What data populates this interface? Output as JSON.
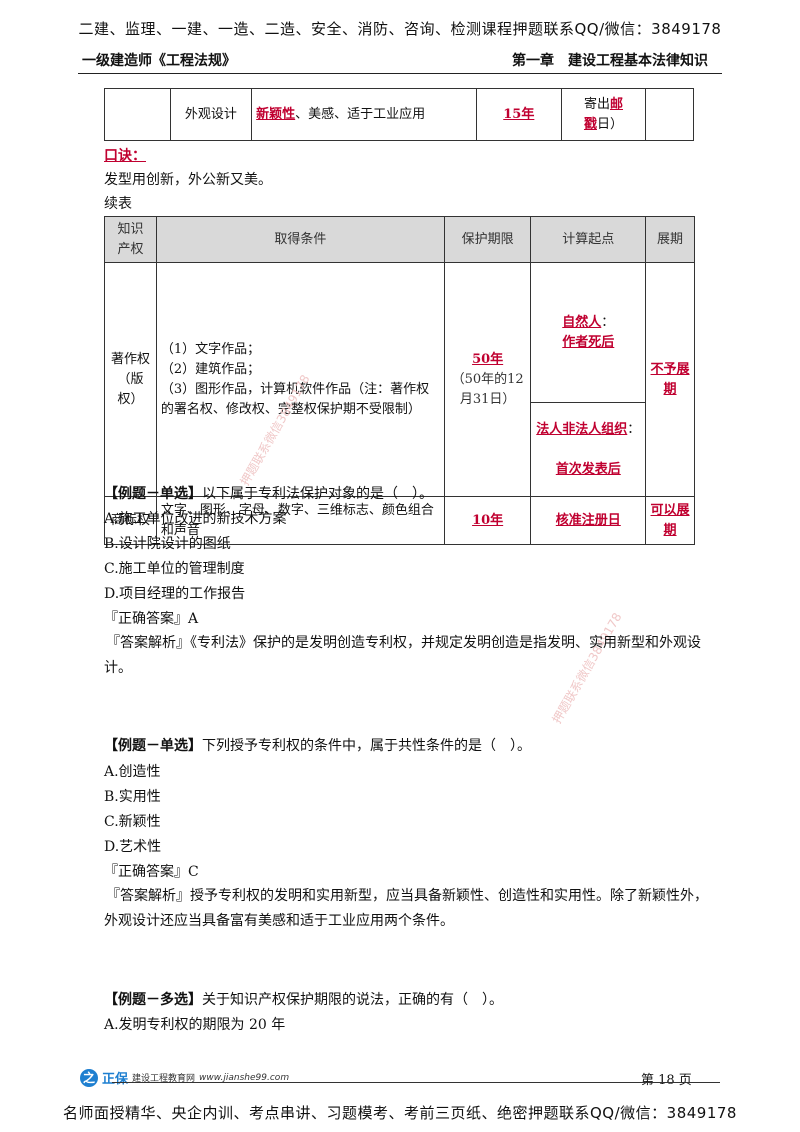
{
  "top_banner": "二建、监理、一建、一造、二造、安全、消防、咨询、检测课程押题联系QQ/微信：3849178",
  "header": {
    "left": "一级建造师《工程法规》",
    "right": "第一章　建设工程基本法律知识"
  },
  "table1": {
    "col1": "",
    "type": "外观设计",
    "cond_red": "新颖性",
    "cond_rest": "、美感、适于工业应用",
    "term": "15年",
    "start_pre": "寄出",
    "start_red": "邮",
    "start_red2": "戳",
    "start_post": "日）",
    "renew": ""
  },
  "mnemonic": {
    "label": "口诀：",
    "text": "发型用创新，外公新又美。"
  },
  "continued_label": "续表",
  "table2": {
    "headers": {
      "ip_line1": "知识",
      "ip_line2": "产权",
      "cond": "取得条件",
      "term": "保护期限",
      "start": "计算起点",
      "renew": "展期"
    },
    "copyright": {
      "name": "著作权（版权）",
      "cond_1": "（1）文字作品；",
      "cond_2": "（2）建筑作品；",
      "cond_3": "（3）图形作品，计算机软件作品（注：著作权的署名权、修改权、完整权保护期不受限制）",
      "term_red": "50年",
      "term_note": "（50年的12月31日）",
      "start_a_red": "自然人",
      "start_a_colon": "：",
      "start_a_red2": "作者死后",
      "start_b_red": "法人非法人组织",
      "start_b_colon": "：",
      "start_b_red2": "首次发表后",
      "renew_red": "不予展期"
    },
    "trademark": {
      "name": "商标权",
      "cond": "文字、图形、字母、数字、三维标志、颜色组合和声音",
      "term_red": "10年",
      "start_red": "核准注册日",
      "renew_red": "可以展期"
    }
  },
  "q1": {
    "label": "【例题－单选】",
    "stem": "以下属于专利法保护对象的是（　）。",
    "options": [
      "A.施工单位改进的新技术方案",
      "B.设计院设计的图纸",
      "C.施工单位的管理制度",
      "D.项目经理的工作报告"
    ],
    "answer": "『正确答案』A",
    "analysis": "『答案解析』《专利法》保护的是发明创造专利权，并规定发明创造是指发明、实用新型和外观设计。"
  },
  "q2": {
    "label": "【例题－单选】",
    "stem": "下列授予专利权的条件中，属于共性条件的是（　）。",
    "options": [
      "A.创造性",
      "B.实用性",
      "C.新颖性",
      "D.艺术性"
    ],
    "answer": "『正确答案』C",
    "analysis": "『答案解析』授予专利权的发明和实用新型，应当具备新颖性、创造性和实用性。除了新颖性外，外观设计还应当具备富有美感和适于工业应用两个条件。"
  },
  "q3": {
    "label": "【例题－多选】",
    "stem": "关于知识产权保护期限的说法，正确的有（　）。",
    "options": [
      "A.发明专利权的期限为 20 年"
    ]
  },
  "watermark": {
    "text1": "押题联系微信3849178",
    "text2": "押题联系微信3849178"
  },
  "footer": {
    "logo_mark": "之",
    "brand": "正保",
    "sub": "建设工程教育网",
    "url": "www.jianshe99.com",
    "page": "第 18 页"
  },
  "bottom_banner": "名师面授精华、央企内训、考点串讲、习题模考、考前三页纸、绝密押题联系QQ/微信：3849178",
  "colors": {
    "accent_red": "#c00030",
    "header_shade": "#d9d9d9",
    "logo_blue": "#1e7fd0"
  }
}
